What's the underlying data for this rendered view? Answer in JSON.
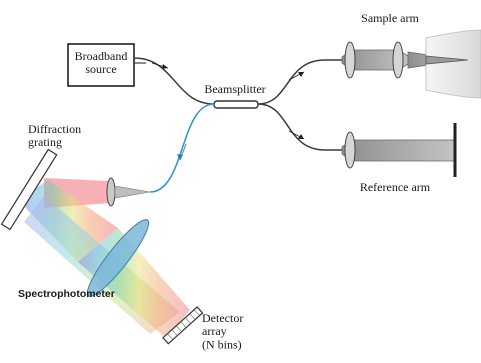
{
  "diagram": {
    "broadband_source": "Broadband\nsource",
    "beamsplitter": "Beamsplitter",
    "sample_arm": "Sample arm",
    "reference_arm": "Reference arm",
    "diffraction_grating": "Diffraction\ngrating",
    "spectrophotometer": "Spectrophotometer",
    "detector_array": "Detector\narray\n(N bins)"
  },
  "colors": {
    "fiber": "#3a3a3a",
    "fiber_detector_side": "#3aa6e0",
    "beam": "#9e9e9e",
    "lens": "#c9c9c9",
    "grating_beam": "#f3a3a8",
    "spectrum_focus_lens": "#7ab7d9"
  }
}
